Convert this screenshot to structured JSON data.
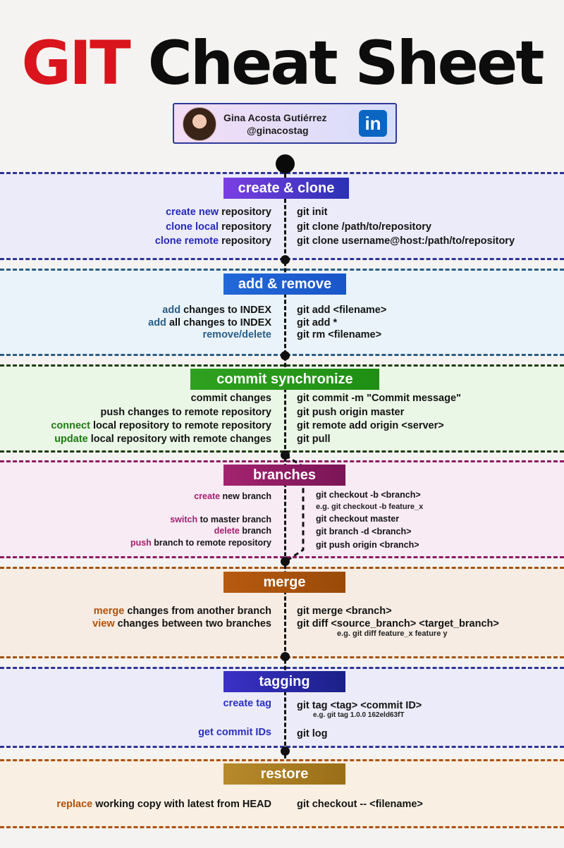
{
  "title": {
    "part1": "GIT",
    "part2": "Cheat Sheet"
  },
  "author": {
    "name": "Gina Acosta Gutiérrez",
    "handle": "@ginacostag",
    "social_icon": "in"
  },
  "sections": {
    "create_clone": {
      "header": "create & clone",
      "rows": [
        {
          "kw": "create new",
          "rest": " repository",
          "cmd": "git init"
        },
        {
          "kw": "clone local",
          "rest": " repository",
          "cmd": "git clone /path/to/repository"
        },
        {
          "kw": "clone remote",
          "rest": " repository",
          "cmd": "git clone username@host:/path/to/repository"
        }
      ]
    },
    "add_remove": {
      "header": "add & remove",
      "rows": [
        {
          "kw": "add",
          "rest": " changes to INDEX",
          "cmd": "git add <filename>"
        },
        {
          "kw": "add",
          "rest": " all changes to INDEX",
          "cmd": "git add *"
        },
        {
          "kw": "remove/delete",
          "rest": "",
          "cmd": "git rm <filename>"
        }
      ]
    },
    "commit": {
      "header": "commit  synchronize",
      "rows": [
        {
          "kw": "",
          "rest": "commit changes",
          "cmd": "git commit -m \"Commit message\""
        },
        {
          "kw": "",
          "rest": "push changes to remote repository",
          "cmd": "git push origin master"
        },
        {
          "kw": "connect",
          "rest": " local repository to remote repository",
          "cmd": "git remote add origin <server>"
        },
        {
          "kw": "update",
          "rest": " local repository with remote changes",
          "cmd": "git pull"
        }
      ]
    },
    "branches": {
      "header": "branches",
      "rows": [
        {
          "kw": "create",
          "rest": " new branch",
          "cmd": "git checkout -b <branch>"
        },
        {
          "kw": "switch",
          "rest": " to master branch",
          "cmd": "git checkout master"
        },
        {
          "kw": "delete",
          "rest": " branch",
          "cmd": "git branch -d <branch>"
        },
        {
          "kw": "push",
          "rest": " branch to remote repository",
          "cmd": "git push origin <branch>"
        }
      ],
      "note": "e.g. git checkout -b feature_x"
    },
    "merge": {
      "header": "merge",
      "rows": [
        {
          "kw": "merge",
          "rest": " changes from another branch",
          "cmd": "git merge <branch>"
        },
        {
          "kw": "view",
          "rest": " changes between two branches",
          "cmd": "git diff <source_branch> <target_branch>"
        }
      ],
      "note": "e.g. git diff feature_x feature y"
    },
    "tagging": {
      "header": "tagging",
      "rows": [
        {
          "kw": "create tag",
          "rest": "",
          "cmd": "git tag <tag> <commit ID>"
        },
        {
          "kw": "get commit IDs",
          "rest": "",
          "cmd": "git log"
        }
      ],
      "note": "e.g. git tag 1.0.0 162eld63fT"
    },
    "restore": {
      "header": "restore",
      "rows": [
        {
          "kw": "replace",
          "rest": " working copy with latest from HEAD",
          "cmd": "git checkout -- <filename>"
        }
      ]
    }
  },
  "colors": {
    "title_red": "#d9141c",
    "create": "#2529b8",
    "add": "#2a5e86",
    "commit": "#1e7a12",
    "branches": "#a0206e",
    "merge": "#b0520b",
    "tagging": "#2a2fc0",
    "restore": "#b0520b"
  }
}
